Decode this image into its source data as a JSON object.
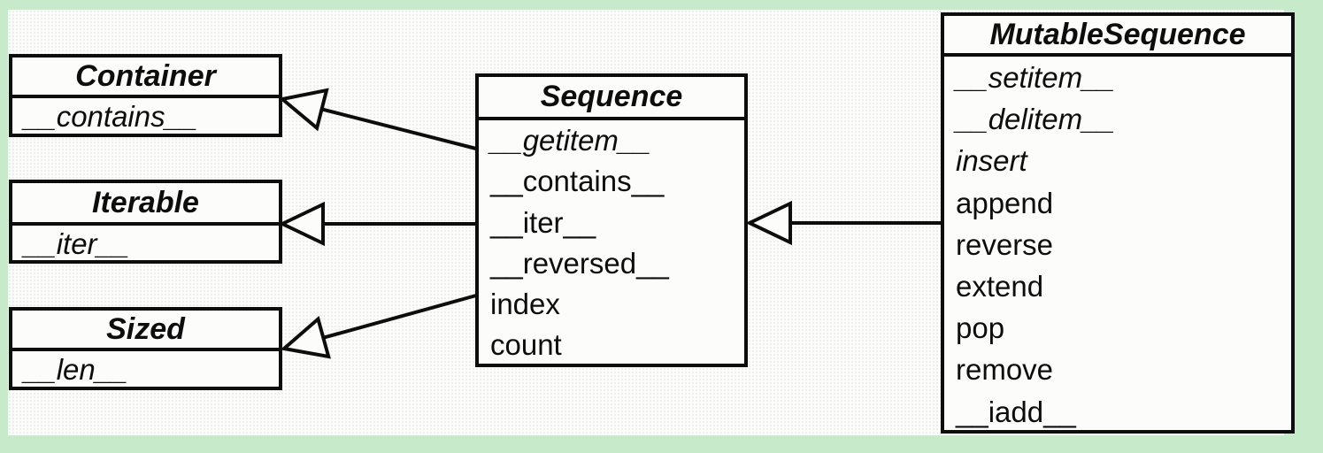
{
  "figure": {
    "type": "uml-class-diagram",
    "subject": "Python Sequence abstract base classes",
    "colors": {
      "frame_background": "#c7ebca",
      "canvas_background": "#fcfcfb",
      "line_color": "#0d0d0d"
    },
    "classes": {
      "container": {
        "title": "Container",
        "members": [
          "__contains__"
        ]
      },
      "iterable": {
        "title": "Iterable",
        "members": [
          "__iter__"
        ]
      },
      "sized": {
        "title": "Sized",
        "members": [
          "__len__"
        ]
      },
      "sequence": {
        "title": "Sequence",
        "members": [
          "__getitem__",
          "__contains__",
          "__iter__",
          "__reversed__",
          "index",
          "count"
        ]
      },
      "mutable_sequence": {
        "title": "MutableSequence",
        "members": [
          "__setitem__",
          "__delitem__",
          "insert",
          "append",
          "reverse",
          "extend",
          "pop",
          "remove",
          "__iadd__"
        ]
      }
    },
    "relations": [
      {
        "from": "Sequence",
        "to": "Container",
        "type": "inheritance"
      },
      {
        "from": "Sequence",
        "to": "Iterable",
        "type": "inheritance"
      },
      {
        "from": "Sequence",
        "to": "Sized",
        "type": "inheritance"
      },
      {
        "from": "MutableSequence",
        "to": "Sequence",
        "type": "inheritance"
      }
    ]
  }
}
